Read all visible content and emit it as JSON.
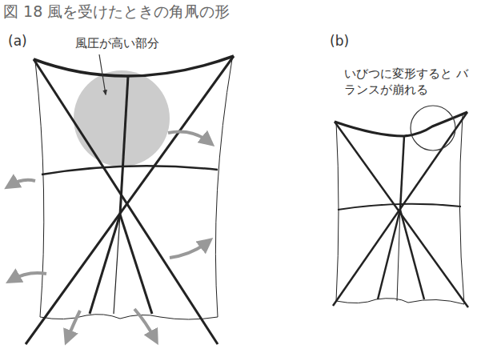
{
  "diagram": {
    "title": "図 18 風を受けたときの角凧の形",
    "labels": [
      "(a)",
      "風圧が高い部分",
      "(b)",
      "いびつに変形すると バランスが崩れる"
    ]
  }
}
